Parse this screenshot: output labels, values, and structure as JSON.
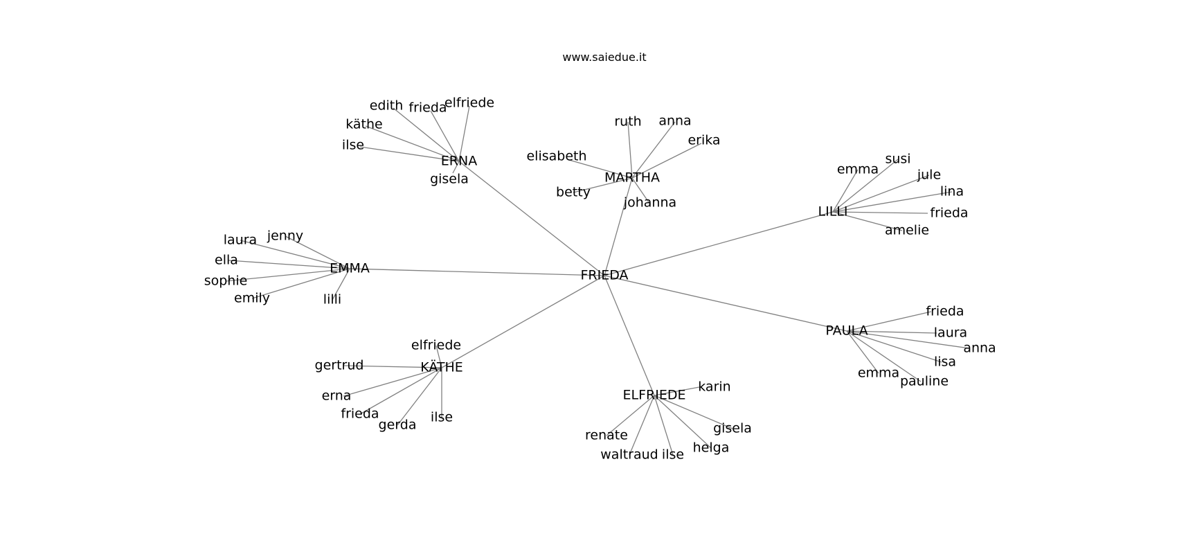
{
  "watermark": "www.saiedue.it",
  "center": "FRIEDA",
  "hubs": [
    {
      "name": "ERNA",
      "children": [
        "edith",
        "frieda",
        "elfriede",
        "käthe",
        "ilse",
        "gisela"
      ]
    },
    {
      "name": "MARTHA",
      "children": [
        "ruth",
        "anna",
        "erika",
        "elisabeth",
        "betty",
        "johanna"
      ]
    },
    {
      "name": "LILLI",
      "children": [
        "emma",
        "susi",
        "jule",
        "lina",
        "frieda",
        "amelie"
      ]
    },
    {
      "name": "EMMA",
      "children": [
        "jenny",
        "laura",
        "ella",
        "sophie",
        "emily",
        "lilli"
      ]
    },
    {
      "name": "PAULA",
      "children": [
        "frieda",
        "laura",
        "anna",
        "lisa",
        "emma",
        "pauline"
      ]
    },
    {
      "name": "KÄTHE",
      "children": [
        "elfriede",
        "gertrud",
        "erna",
        "frieda",
        "gerda",
        "ilse"
      ]
    },
    {
      "name": "ELFRIEDE",
      "children": [
        "karin",
        "gisela",
        "helga",
        "ilse",
        "waltraud",
        "renate"
      ]
    }
  ]
}
